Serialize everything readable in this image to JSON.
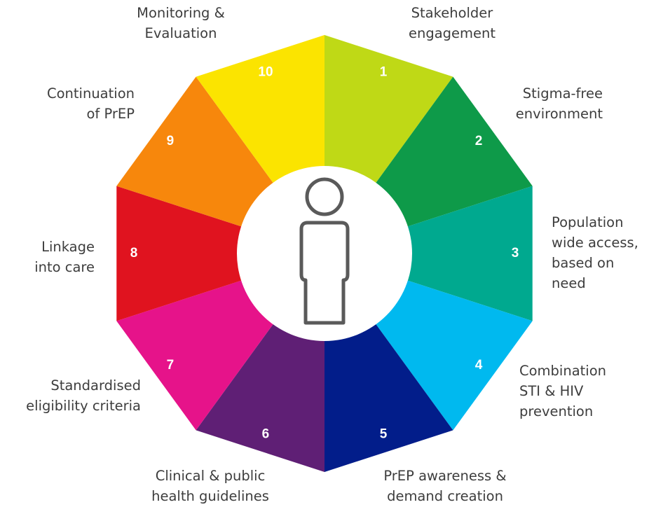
{
  "center_icon": "person-icon",
  "segments": [
    {
      "number": "1",
      "color": "#bfd916",
      "label_lines": [
        "Stakeholder",
        "engagement"
      ]
    },
    {
      "number": "2",
      "color": "#0e9a49",
      "label_lines": [
        "Stigma-free",
        "environment"
      ]
    },
    {
      "number": "3",
      "color": "#00a98f",
      "label_lines": [
        "Population",
        "wide access,",
        "based on",
        "need"
      ]
    },
    {
      "number": "4",
      "color": "#00b9ef",
      "label_lines": [
        "Combination",
        "STI & HIV",
        "prevention"
      ]
    },
    {
      "number": "5",
      "color": "#021d8a",
      "label_lines": [
        "PrEP awareness &",
        "demand creation"
      ]
    },
    {
      "number": "6",
      "color": "#5f1f75",
      "label_lines": [
        "Clinical & public",
        "health guidelines"
      ]
    },
    {
      "number": "7",
      "color": "#e6138a",
      "label_lines": [
        "Standardised",
        "eligibility criteria"
      ]
    },
    {
      "number": "8",
      "color": "#e0131f",
      "label_lines": [
        "Linkage",
        "into care"
      ]
    },
    {
      "number": "9",
      "color": "#f7870c",
      "label_lines": [
        "Continuation",
        "of PrEP"
      ]
    },
    {
      "number": "10",
      "color": "#fbe400",
      "label_lines": [
        "Monitoring &",
        "Evaluation"
      ]
    }
  ],
  "colors": {
    "text": "#3d3d3d",
    "icon_stroke": "#5a5a5a",
    "segment_number": "#ffffff"
  }
}
